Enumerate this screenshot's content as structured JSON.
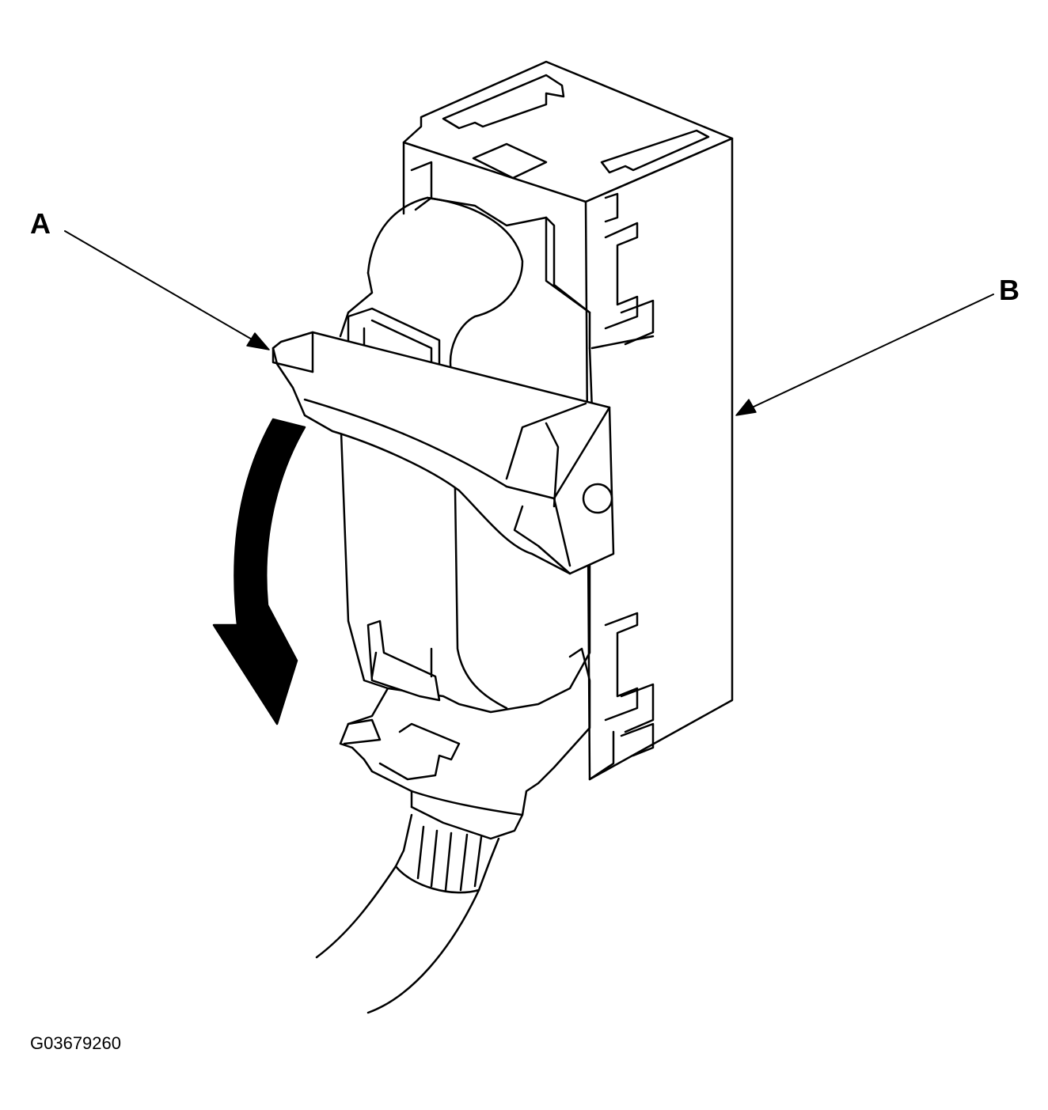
{
  "callouts": {
    "a": "A",
    "b": "B"
  },
  "figure_id": "G03679260",
  "colors": {
    "line": "#000000",
    "background": "#ffffff"
  }
}
